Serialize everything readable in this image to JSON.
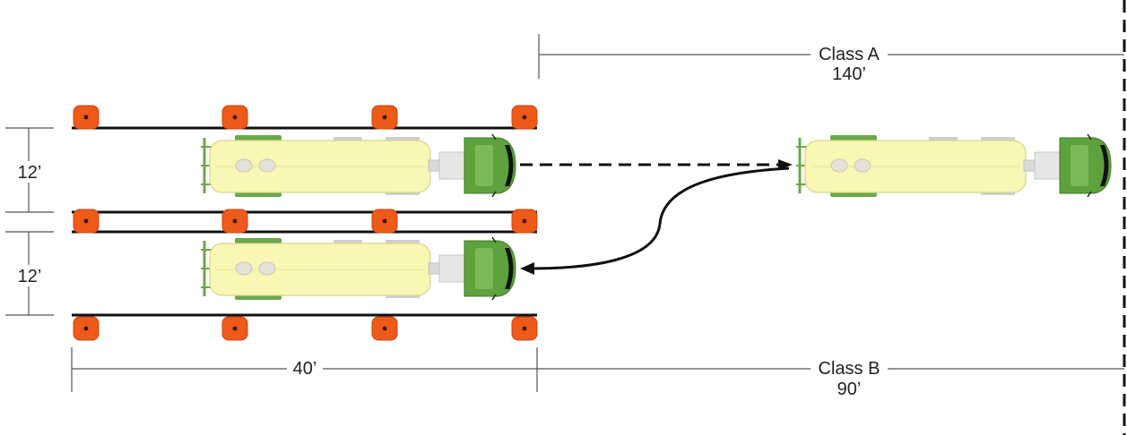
{
  "labels": {
    "class_a_name": "Class A",
    "class_a_distance": "140’",
    "class_b_name": "Class B",
    "class_b_distance": "90’",
    "lane_width_top": "12’",
    "lane_width_bottom": "12’",
    "alley_length": "40’"
  },
  "colors": {
    "cone": "#ee5a1a",
    "truck_tank": "#f8f7b3",
    "truck_cab": "#5da23c",
    "line": "#111111",
    "dimension": "#555555"
  },
  "icons": [
    "traffic-cone-icon",
    "truck-icon",
    "arrow-icon"
  ]
}
